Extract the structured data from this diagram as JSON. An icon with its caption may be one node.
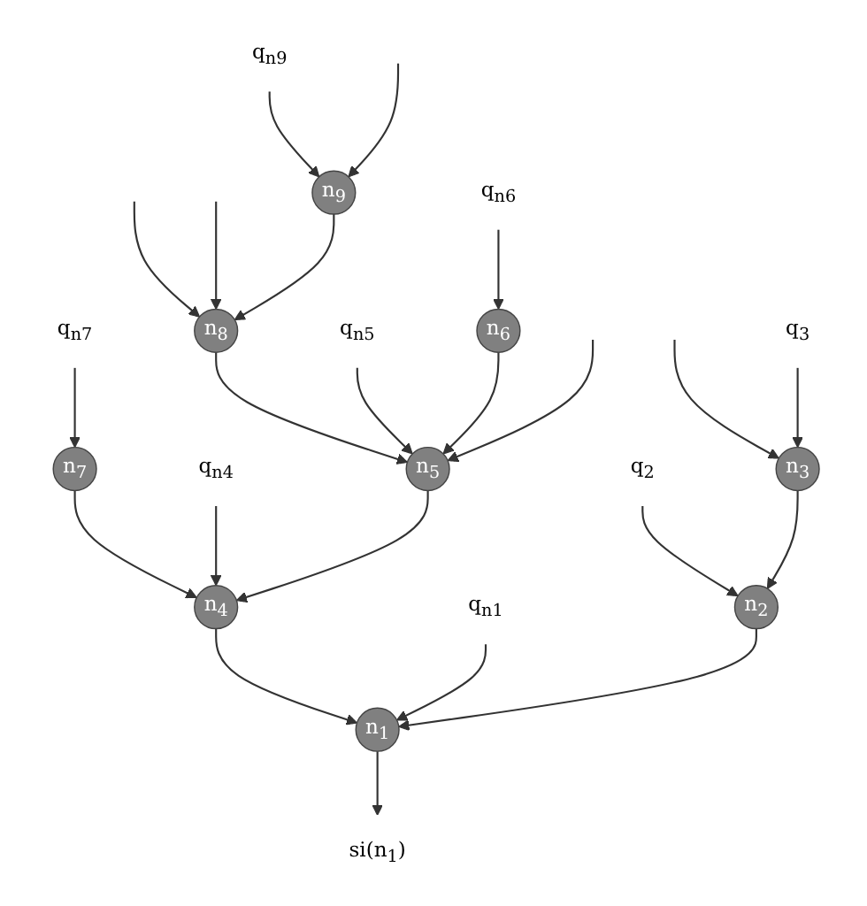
{
  "diagram": {
    "nodes": [
      {
        "text": [
          "n$_{7}$"
        ]
      },
      {
        "text": [
          "q$_{n7}$"
        ]
      },
      {
        "text": [
          "n$_{8}$"
        ]
      },
      {
        "text": [
          "n$_{9}$"
        ]
      },
      {
        "text": [
          "q$_{n9}$"
        ]
      },
      {
        "text": [
          "n$_{4}$"
        ]
      },
      {
        "text": [
          "q$_{n4}$"
        ]
      },
      {
        "text": [
          "n$_{5}$"
        ]
      },
      {
        "text": [
          "q$_{n5}$"
        ]
      },
      {
        "text": [
          "n$_{6}$"
        ]
      },
      {
        "text": [
          "q$_{n6}$"
        ]
      },
      {
        "text": [
          "n$_{1}$"
        ]
      },
      {
        "text": [
          "q$_{n1}$"
        ]
      },
      {
        "text": [
          "si(n$_{1}$)"
        ]
      },
      {
        "text": [
          "n$_{2}$"
        ]
      },
      {
        "text": [
          "q$_{2}$"
        ]
      },
      {
        "text": [
          "n$_{3}$"
        ]
      },
      {
        "text": [
          "q$_{3}$"
        ]
      }
    ],
    "edges": [
      {
        "from": 1,
        "to": 0,
        "arrow": "to"
      },
      {
        "from": null,
        "to": 2,
        "arrow": "to"
      },
      {
        "from": 4,
        "to": 3,
        "arrow": "to"
      },
      {
        "from": null,
        "to": 2,
        "arrow": "to"
      },
      {
        "from": 3,
        "to": 2,
        "arrow": "to"
      },
      {
        "from": 0,
        "to": 5,
        "arrow": "to"
      },
      {
        "from": 2,
        "to": 7,
        "arrow": "to"
      },
      {
        "from": null,
        "to": 3,
        "arrow": "to"
      },
      {
        "from": 6,
        "to": 5,
        "arrow": "to"
      },
      {
        "from": 8,
        "to": 7,
        "arrow": "to"
      },
      {
        "from": 7,
        "to": 5,
        "arrow": "to"
      },
      {
        "from": 10,
        "to": 9,
        "arrow": "to"
      },
      {
        "from": 9,
        "to": 7,
        "arrow": "to"
      },
      {
        "from": null,
        "to": 7,
        "arrow": "to"
      },
      {
        "from": null,
        "to": 16,
        "arrow": "to"
      },
      {
        "from": 5,
        "to": 11,
        "arrow": "to"
      },
      {
        "from": 12,
        "to": 11,
        "arrow": "to"
      },
      {
        "from": 11,
        "to": 13,
        "arrow": "to"
      },
      {
        "from": 14,
        "to": 11,
        "arrow": "to"
      },
      {
        "from": 15,
        "to": 14,
        "arrow": "to"
      },
      {
        "from": 16,
        "to": 14,
        "arrow": "to"
      },
      {
        "from": 17,
        "to": 16,
        "arrow": "to"
      }
    ]
  }
}
